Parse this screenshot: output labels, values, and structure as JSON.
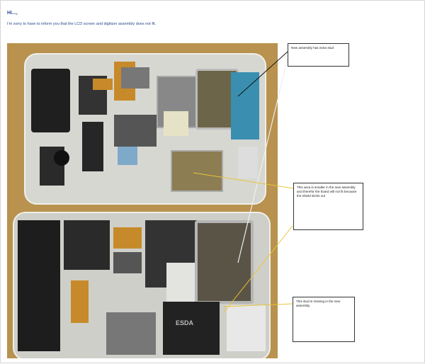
{
  "email": {
    "greeting": "Hi...,",
    "message": "I'm sorry to have to inform you that the LCD screen and digitizer assembly does not fit."
  },
  "photo": {
    "label_in_photo": "ESDA",
    "annotations": [
      {
        "text": "New assembly has extra stud"
      },
      {
        "text": "This area is smaller in the new assembly and therefor the board will not fit because the shield sticks out"
      },
      {
        "text": "This stud is missing in the new assembly"
      }
    ]
  },
  "colors": {
    "heading_text": "#2a4a8a",
    "annotation_line_yellow": "#e8c53a",
    "annotation_line_black": "#111111"
  }
}
